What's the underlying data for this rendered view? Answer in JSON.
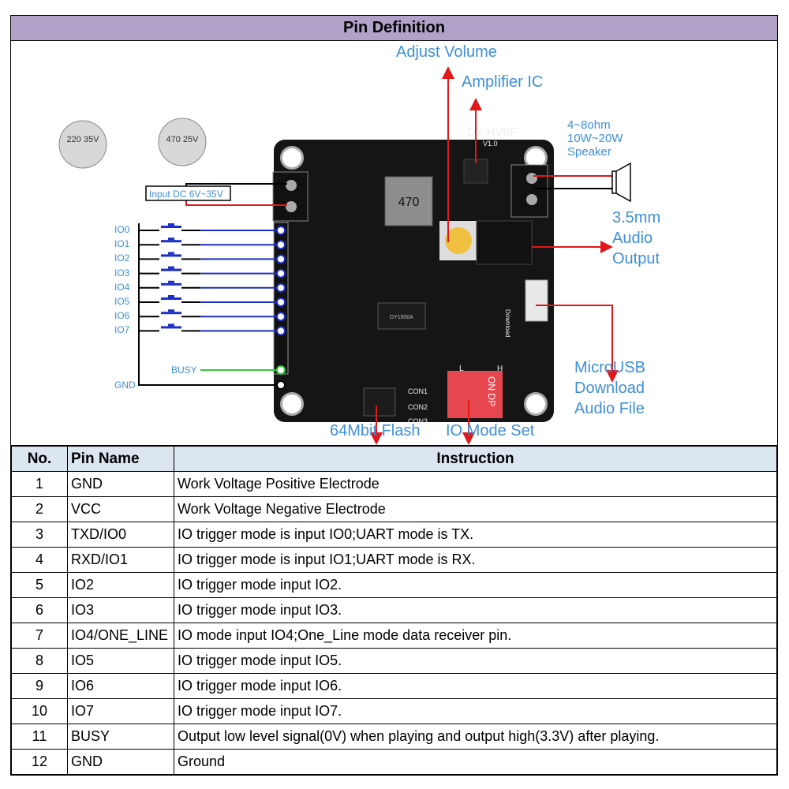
{
  "title": "Pin Definition",
  "diagram": {
    "board_name": "DY-HV8F",
    "board_version": "V1.0",
    "labels": {
      "adjust_volume": "Adjust Volume",
      "amplifier_ic": "Amplifier  IC",
      "speaker_line1": "4~8ohm",
      "speaker_line2": "10W~20W",
      "speaker_line3": "Speaker",
      "audio_out_line1": "3.5mm",
      "audio_out_line2": "Audio",
      "audio_out_line3": "Output",
      "usb_line1": "MicroUSB",
      "usb_line2": "Download",
      "usb_line3": "Audio File",
      "flash": "64Mbit Flash",
      "io_mode": "IO Mode Set",
      "input_dc": "Input DC 6V~35V",
      "busy": "BUSY",
      "gnd": "GND"
    },
    "io_pins": [
      "IO0",
      "IO1",
      "IO2",
      "IO3",
      "IO4",
      "IO5",
      "IO6",
      "IO7"
    ],
    "pcb_text": {
      "cap1": "220 35V",
      "cap2": "470 25V",
      "inductor": "470",
      "chip": "DY1900A",
      "con1": "CON1",
      "con2": "CON2",
      "con3": "CON3",
      "dip_label": "ON DP",
      "download": "Download",
      "l": "L",
      "h": "H"
    },
    "colors": {
      "label": "#3d8fd6",
      "arrow": "#e01818",
      "io_wire": "#1c2fc8",
      "busy_wire": "#2ec83a"
    }
  },
  "table": {
    "headers": {
      "no": "No.",
      "pin": "Pin Name",
      "instruction": "Instruction"
    },
    "rows": [
      {
        "no": "1",
        "pin": "GND",
        "instruction": "Work Voltage Positive Electrode"
      },
      {
        "no": "2",
        "pin": "VCC",
        "instruction": "Work Voltage Negative Electrode"
      },
      {
        "no": "3",
        "pin": "TXD/IO0",
        "instruction": "IO trigger mode is input IO0;UART mode is TX."
      },
      {
        "no": "4",
        "pin": "RXD/IO1",
        "instruction": "IO trigger mode is input IO1;UART mode is RX."
      },
      {
        "no": "5",
        "pin": "IO2",
        "instruction": "IO trigger mode input IO2."
      },
      {
        "no": "6",
        "pin": "IO3",
        "instruction": "IO trigger mode input IO3."
      },
      {
        "no": "7",
        "pin": "IO4/ONE_LINE",
        "instruction": "IO mode input IO4;One_Line mode data receiver pin."
      },
      {
        "no": "8",
        "pin": "IO5",
        "instruction": "IO trigger mode input IO5."
      },
      {
        "no": "9",
        "pin": "IO6",
        "instruction": "IO trigger mode input IO6."
      },
      {
        "no": "10",
        "pin": "IO7",
        "instruction": "IO trigger mode input IO7."
      },
      {
        "no": "11",
        "pin": "BUSY",
        "instruction": "Output low level signal(0V) when playing and output high(3.3V) after playing."
      },
      {
        "no": "12",
        "pin": "GND",
        "instruction": "Ground"
      }
    ]
  }
}
